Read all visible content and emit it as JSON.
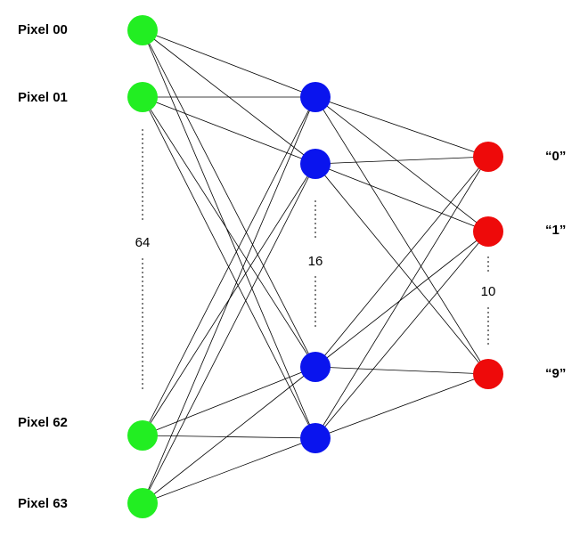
{
  "input_layer": {
    "count_label": "64",
    "color": "#22ee22",
    "nodes": [
      {
        "label": "Pixel 00"
      },
      {
        "label": "Pixel 01"
      },
      {
        "label": "Pixel 62"
      },
      {
        "label": "Pixel 63"
      }
    ]
  },
  "hidden_layer": {
    "count_label": "16",
    "color": "#0a14ee",
    "nodes": [
      {},
      {},
      {},
      {}
    ]
  },
  "output_layer": {
    "count_label": "10",
    "color": "#ee0a0a",
    "nodes": [
      {
        "label": "“0”"
      },
      {
        "label": "“1”"
      },
      {
        "label": "“9”"
      }
    ]
  },
  "edge_color": "#000000"
}
